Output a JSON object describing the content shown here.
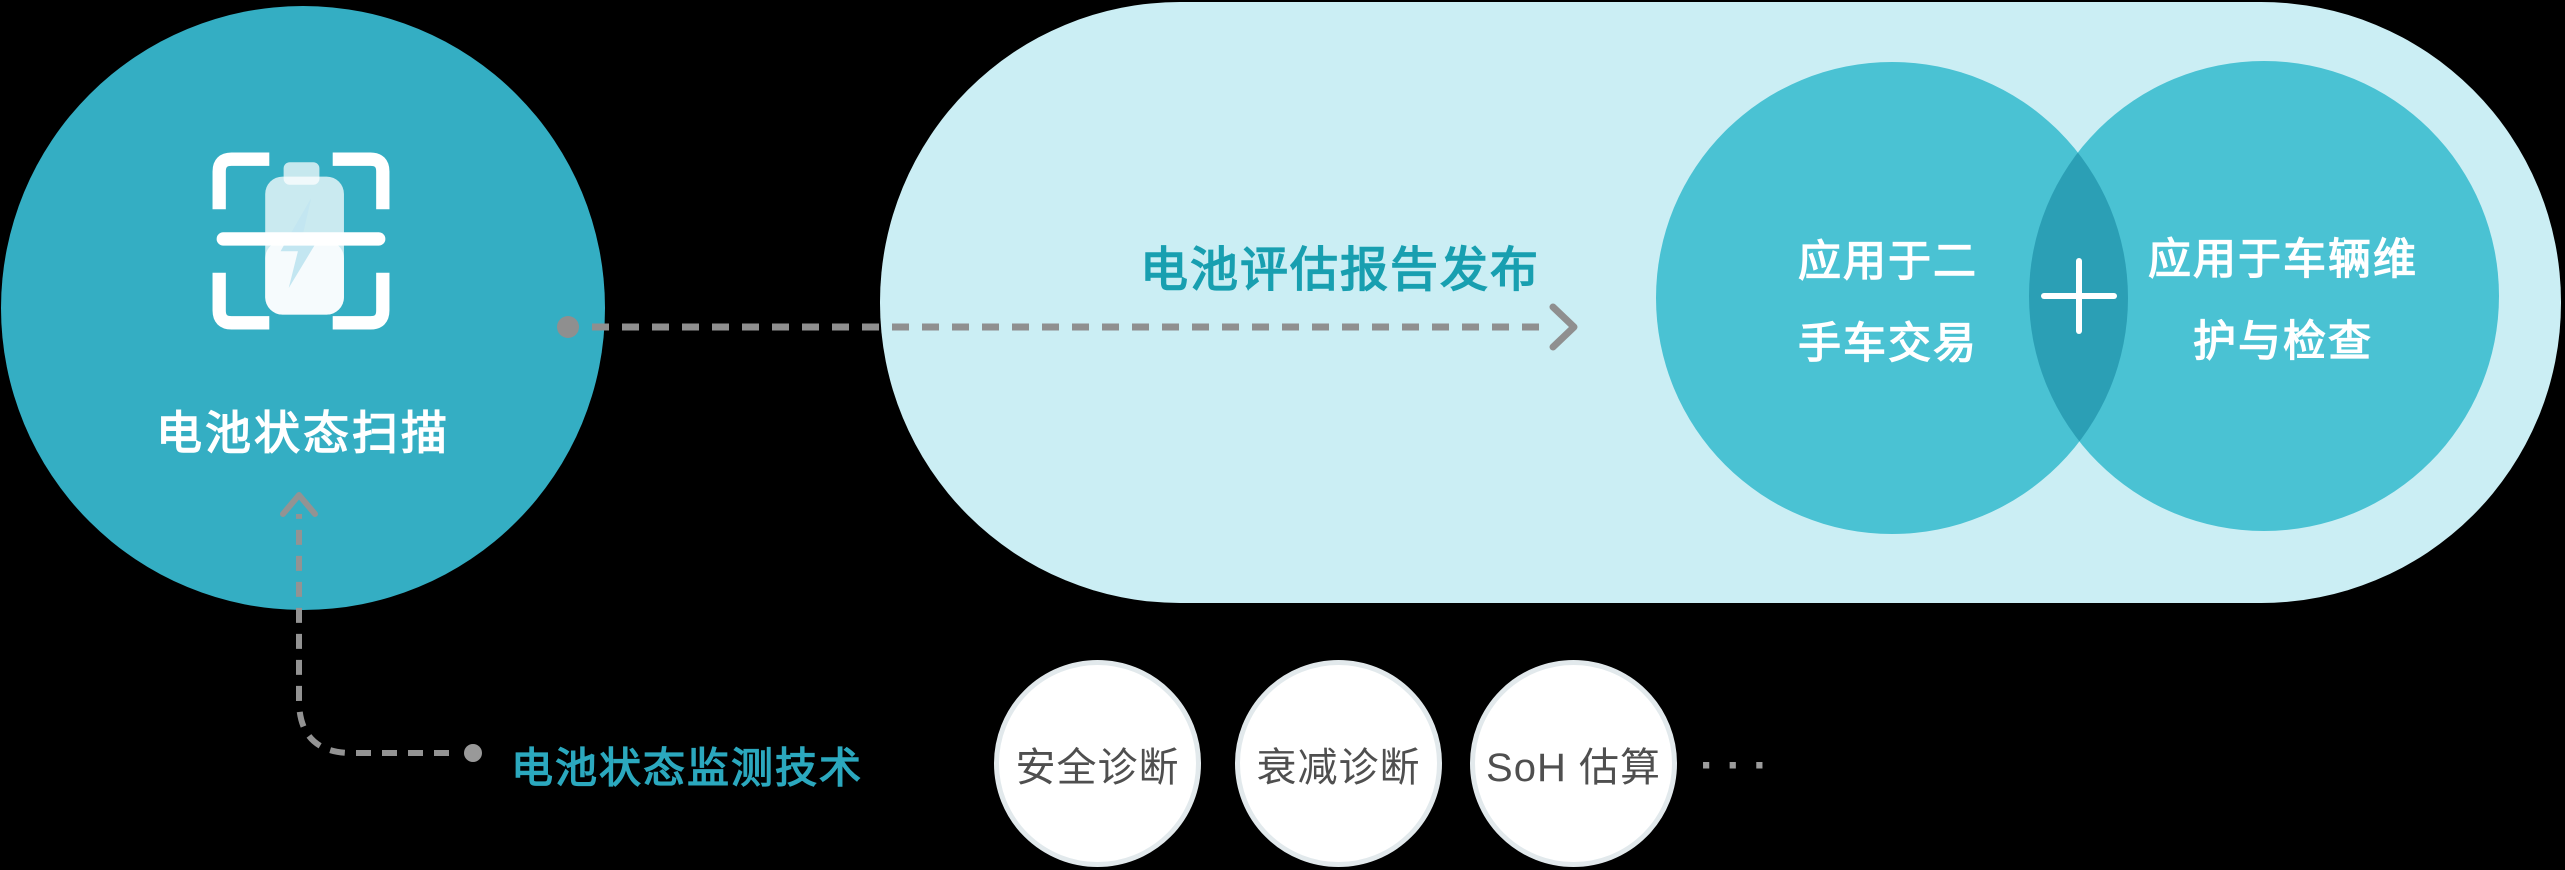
{
  "diagram": {
    "scan_node": {
      "label": "电池状态扫描",
      "icon": "battery-scan-icon"
    },
    "flow": {
      "report_title": "电池评估报告发布"
    },
    "applications": {
      "secondhand": {
        "line1": "应用于二",
        "line2": "手车交易"
      },
      "plus_sign": "+",
      "maintenance": {
        "line1": "应用于车辆维",
        "line2": "护与检查"
      }
    },
    "technology": {
      "label": "电池状态监测技术",
      "items": [
        {
          "label": "安全诊断"
        },
        {
          "label": "衰减诊断"
        },
        {
          "label": "SoH 估算"
        }
      ],
      "ellipsis": "···"
    },
    "colors": {
      "background": "#000000",
      "scan_circle": "#34AEC3",
      "pill": "#CBEEF4",
      "venn_circle": "#4AC2D3",
      "venn_overlap": "#2B9FB5",
      "pill_title_text": "#189FB0",
      "tech_label_text": "#2BA8BE",
      "tech_item_text": "#4F4F4F",
      "connector_gray": "#8F8F8F",
      "white": "#FFFFFF"
    }
  }
}
